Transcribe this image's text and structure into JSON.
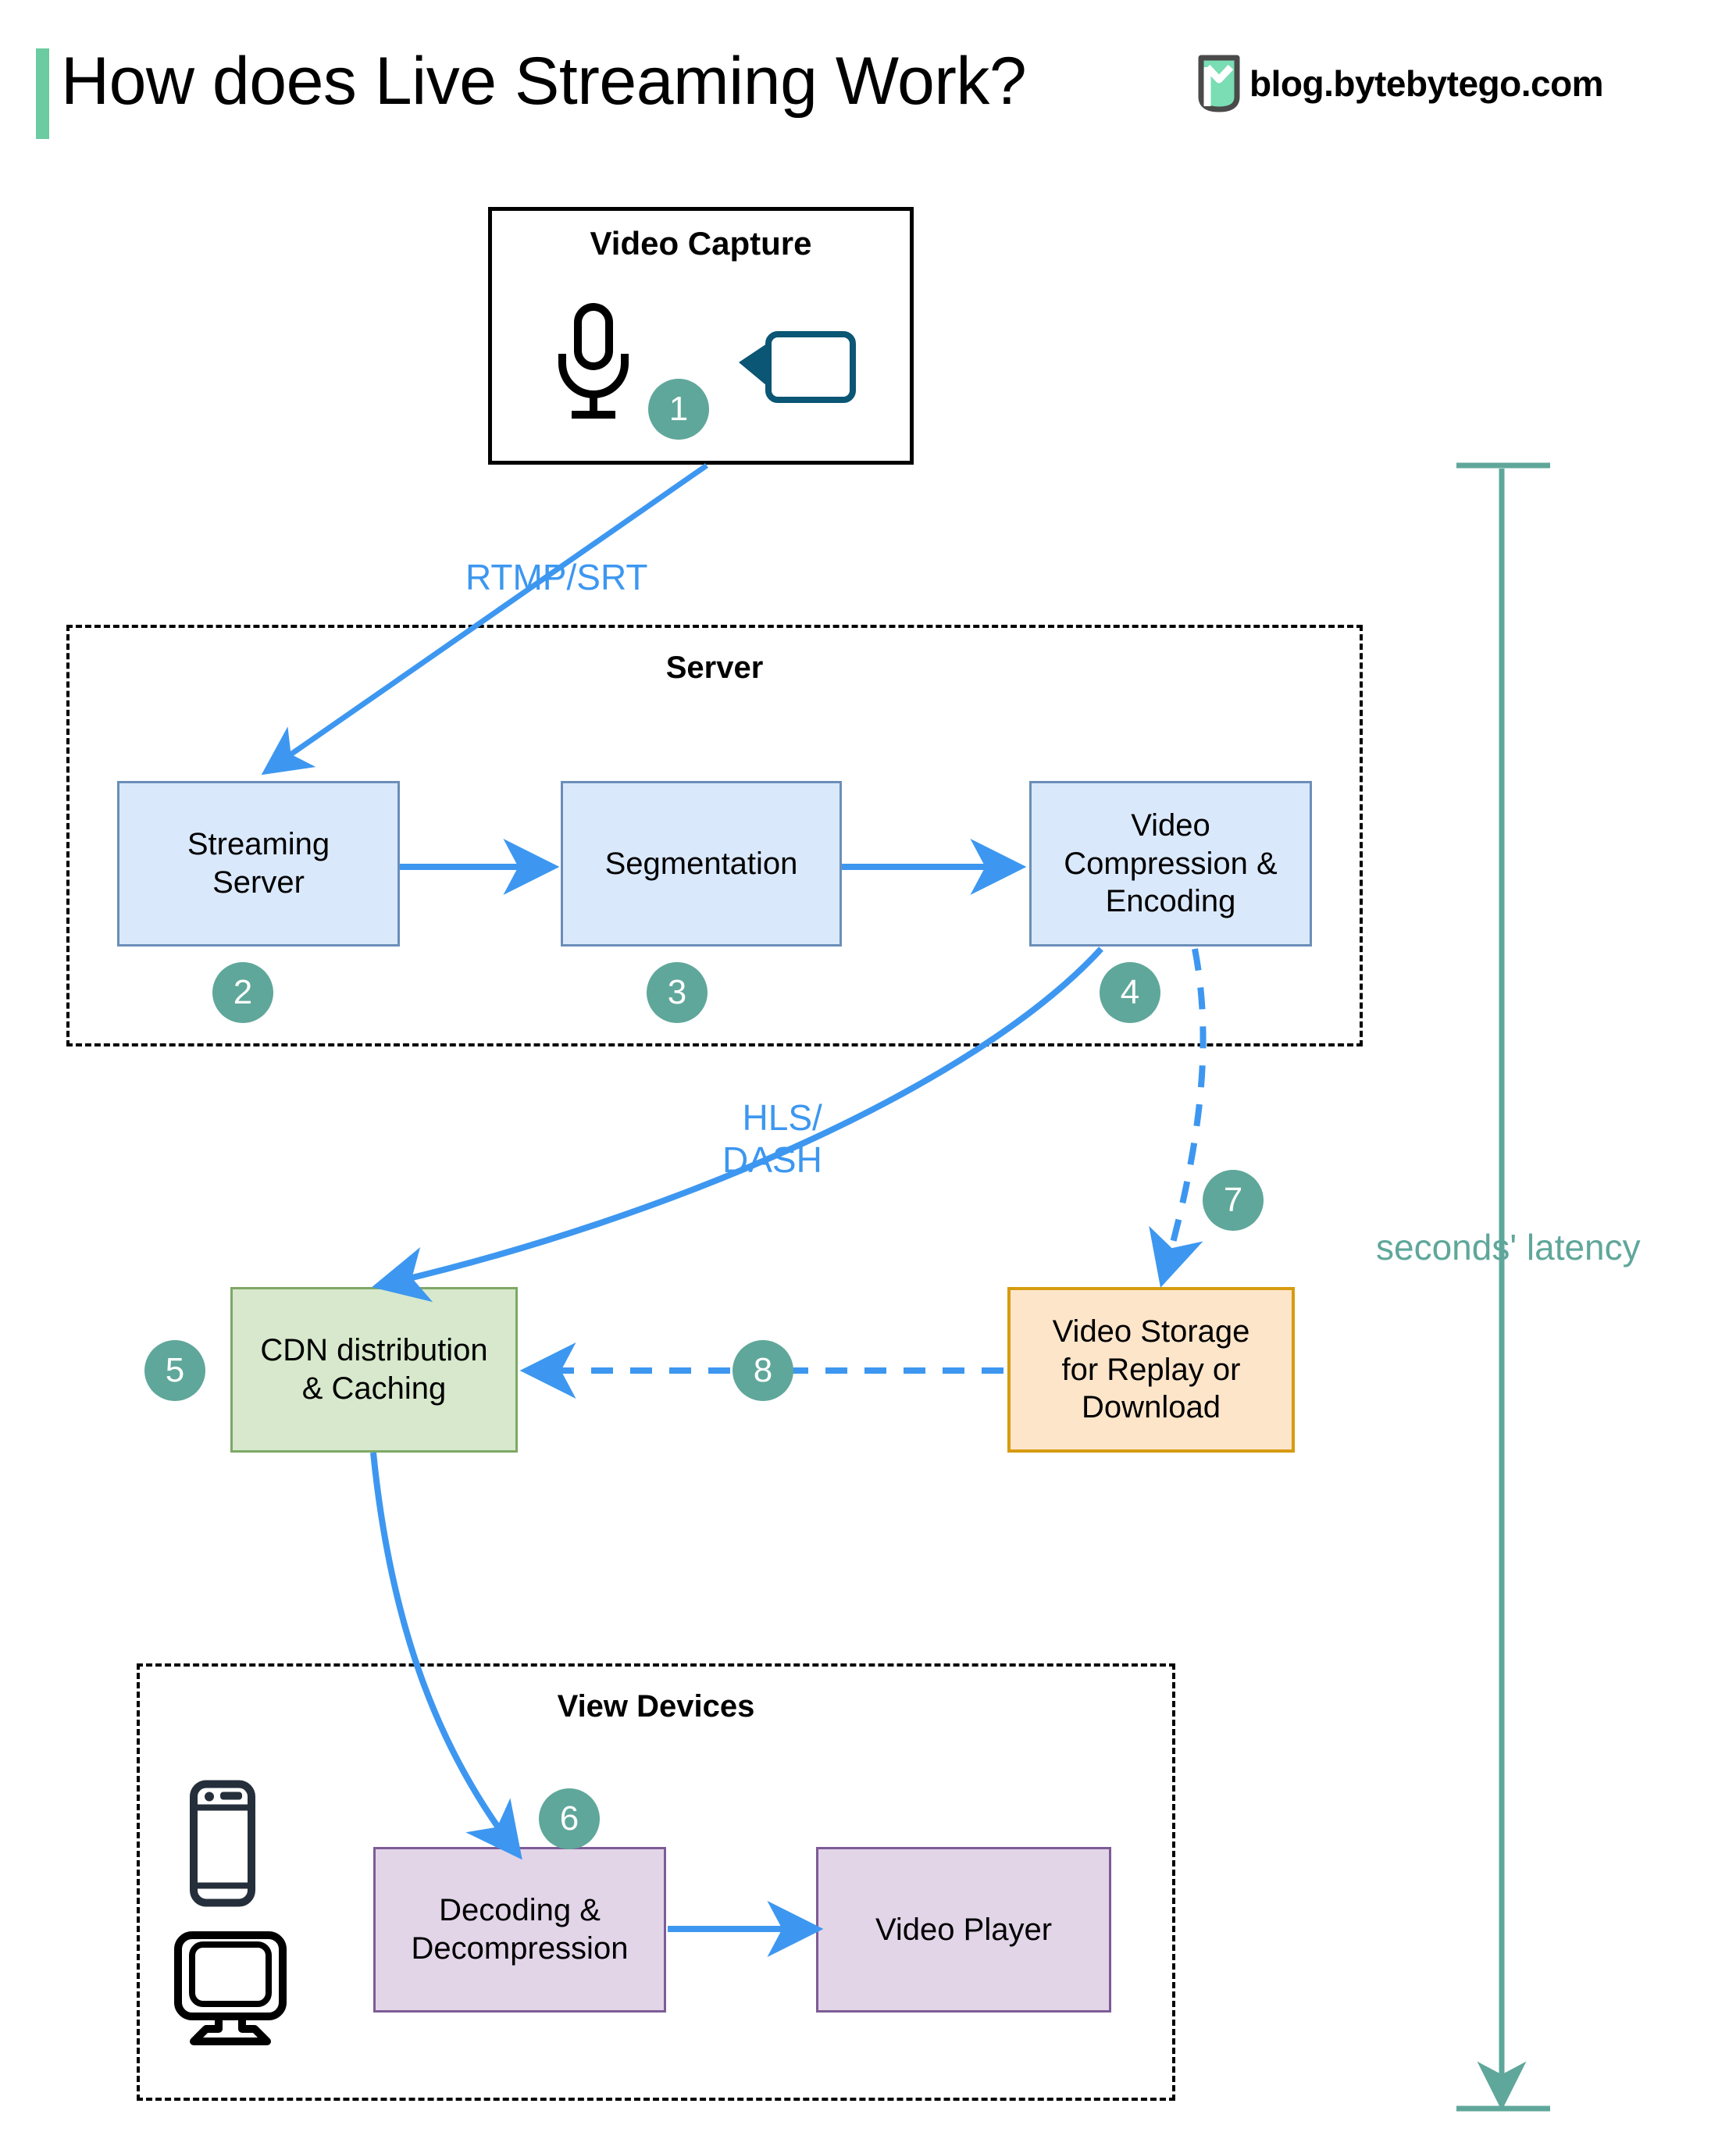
{
  "header": {
    "title": "How does Live Streaming Work?",
    "brand_text": "blog.bytebytego.com",
    "accent_color": "#6BCBA1"
  },
  "groups": {
    "capture": {
      "title": "Video Capture"
    },
    "server": {
      "title": "Server"
    },
    "view_devices": {
      "title": "View Devices"
    }
  },
  "nodes": {
    "streaming_server": {
      "label": "Streaming\nServer",
      "fill": "#DAE8FB",
      "stroke": "#6B8EB8"
    },
    "segmentation": {
      "label": "Segmentation",
      "fill": "#DAE8FB",
      "stroke": "#6B8EB8"
    },
    "video_compression": {
      "label": "Video\nCompression &\nEncoding",
      "fill": "#DAE8FB",
      "stroke": "#6B8EB8"
    },
    "cdn": {
      "label": "CDN distribution\n& Caching",
      "fill": "#D7E8CC",
      "stroke": "#7DA865"
    },
    "video_storage": {
      "label": "Video Storage\nfor Replay or\nDownload",
      "fill": "#FDE5CA",
      "stroke": "#D79B10"
    },
    "decoding": {
      "label": "Decoding &\nDecompression",
      "fill": "#E2D5E8",
      "stroke": "#7D5C96"
    },
    "video_player": {
      "label": "Video Player",
      "fill": "#E2D5E8",
      "stroke": "#7D5C96"
    }
  },
  "steps": {
    "s1": "1",
    "s2": "2",
    "s3": "3",
    "s4": "4",
    "s5": "5",
    "s6": "6",
    "s7": "7",
    "s8": "8",
    "color": "#5FA79A"
  },
  "edge_labels": {
    "rtmp_srt": "RTMP/SRT",
    "hls_dash": "HLS/\nDASH",
    "arrow_color": "#3D97F0"
  },
  "latency": {
    "label": "seconds' latency",
    "color": "#5FA79A"
  },
  "icons": {
    "microphone": "microphone-icon",
    "video_camera": "video-camera-icon",
    "mobile_phone": "mobile-phone-icon",
    "desktop_monitor": "desktop-monitor-icon",
    "brand_logo": "bytebytego-logo-icon"
  }
}
